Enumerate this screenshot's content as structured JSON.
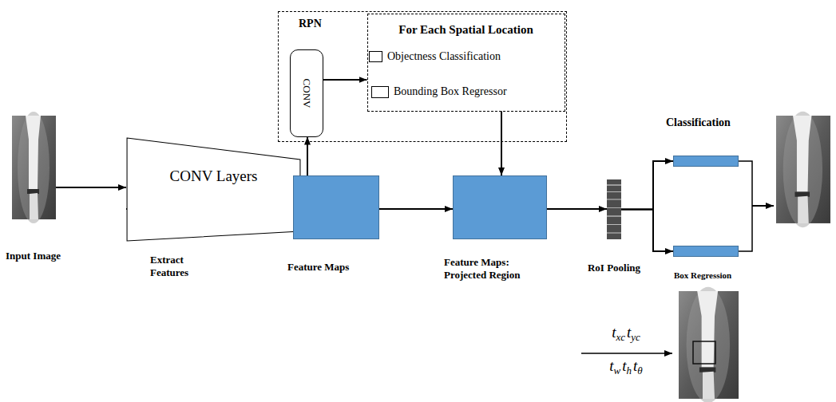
{
  "diagram": {
    "nodes": [
      {
        "text": [
          "Input Image"
        ]
      },
      {
        "text": [
          "CONV Layers",
          "Extract Features"
        ]
      },
      {
        "text": [
          "Feature Maps"
        ]
      },
      {
        "text": [
          "RPN"
        ]
      },
      {
        "text": [
          "CONV"
        ],
        "in": 3
      },
      {
        "text": [
          "For Each Spatial Location"
        ],
        "in": 3
      },
      {
        "text": [
          "Objectness Classification"
        ],
        "in": 5
      },
      {
        "text": [
          "Bounding Box Regressor"
        ],
        "in": 5
      },
      {
        "text": [
          "Feature Maps: Projected Region"
        ]
      },
      {
        "text": [
          "RoI Pooling"
        ]
      },
      {
        "text": [
          "Classification"
        ]
      },
      {
        "text": [
          "Box Regression"
        ]
      }
    ],
    "edges": [
      {
        "from": 0,
        "to": 1,
        "arrow": "to"
      },
      {
        "from": 1,
        "to": 2,
        "arrow": "to"
      },
      {
        "from": 2,
        "to": 4,
        "arrow": "to"
      },
      {
        "from": 4,
        "to": 5,
        "arrow": "to"
      },
      {
        "from": 5,
        "to": 8,
        "arrow": "to"
      },
      {
        "from": 2,
        "to": 8,
        "arrow": "to"
      },
      {
        "from": 8,
        "to": 9,
        "arrow": "to"
      },
      {
        "from": 9,
        "to": 10,
        "arrow": "to"
      },
      {
        "from": 9,
        "to": 11,
        "arrow": "to"
      }
    ],
    "labels": [
      "t",
      "xc",
      "t",
      "yc",
      "t",
      "w",
      "t",
      "h",
      "t",
      "θ"
    ]
  }
}
